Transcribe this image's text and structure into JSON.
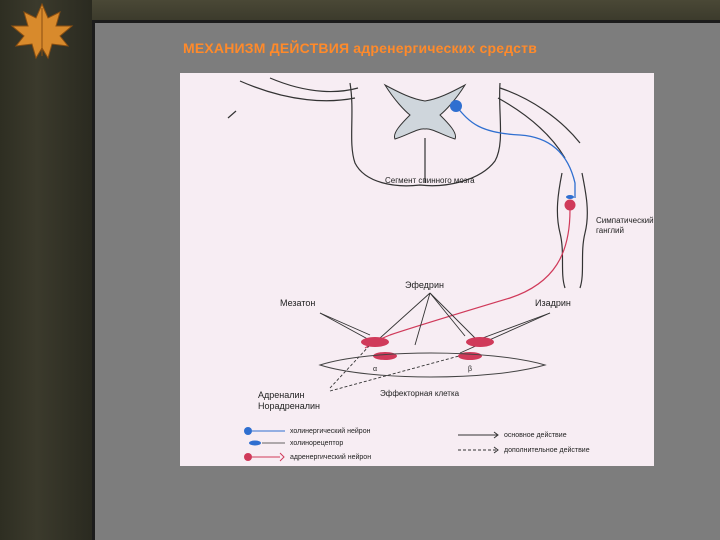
{
  "slide": {
    "title": "МЕХАНИЗМ ДЕЙСТВИЯ адренергических средств"
  },
  "diagram": {
    "spinal_cord_label": "Сегмент спинного мозга",
    "ganglion_label_1": "Симпатический",
    "ganglion_label_2": "ганглий",
    "drug_top": "Эфедрин",
    "drug_left": "Мезатон",
    "drug_right": "Изадрин",
    "catecholamine_1": "Адреналин",
    "catecholamine_2": "Норадреналин",
    "effector_label": "Эффекторная клетка",
    "receptor_alpha": "α",
    "receptor_beta": "β",
    "legend": {
      "cholinergic": "холинергический нейрон",
      "cholinoreceptor": "холинорецептор",
      "adrenergic": "адренергический нейрон",
      "main_action": "основное действие",
      "additional_action": "дополнительное действие"
    },
    "colors": {
      "cholinergic_blue": "#2f6fd0",
      "adrenergic_red": "#d03a5a",
      "panel_bg": "#f7edf3"
    }
  },
  "icons": {
    "corner_decoration": "autumn-leaf-icon"
  }
}
